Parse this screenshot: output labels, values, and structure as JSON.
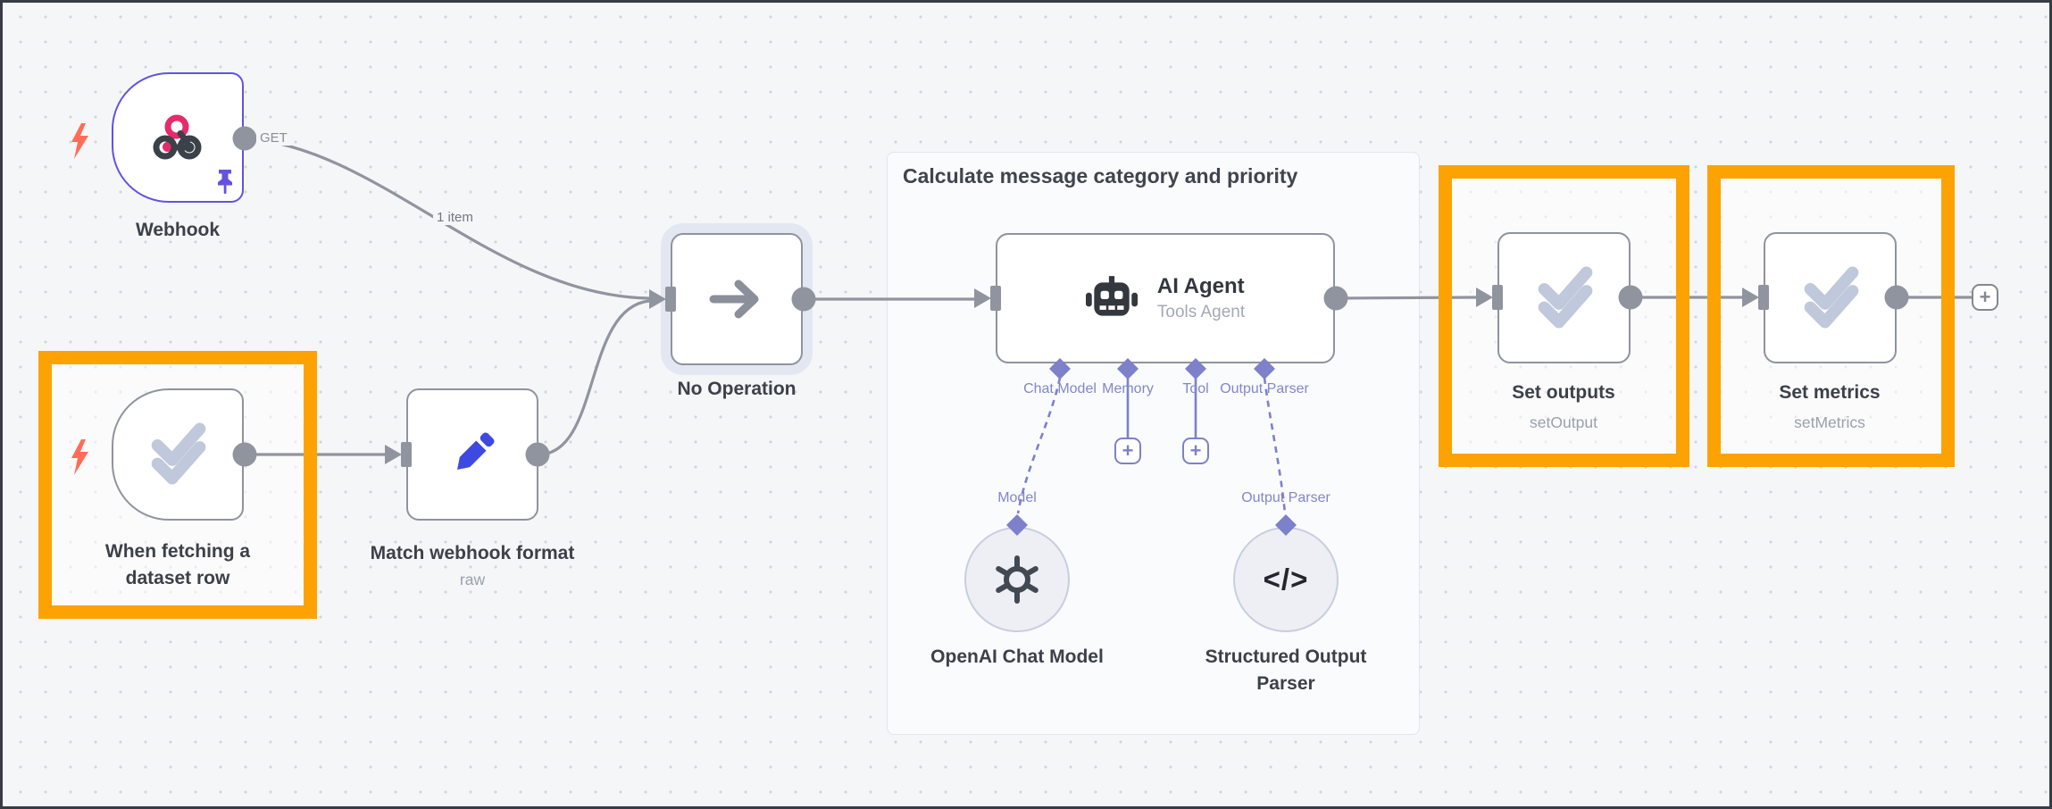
{
  "group": {
    "title": "Calculate message category and priority"
  },
  "nodes": {
    "webhook": {
      "label": "Webhook",
      "port": "GET"
    },
    "dataset": {
      "label": "When fetching a dataset row"
    },
    "match": {
      "label": "Match webhook format",
      "subtitle": "raw"
    },
    "noop": {
      "label": "No Operation"
    },
    "agent": {
      "title": "AI Agent",
      "subtitle": "Tools Agent",
      "ports": [
        "Chat Model",
        "Memory",
        "Tool",
        "Output Parser"
      ]
    },
    "model": {
      "port_label": "Model",
      "label": "OpenAI Chat Model"
    },
    "parser": {
      "port_label": "Output Parser",
      "label": "Structured Output Parser",
      "glyph": "</>"
    },
    "set_outputs": {
      "label": "Set outputs",
      "subtitle": "setOutput"
    },
    "set_metrics": {
      "label": "Set metrics",
      "subtitle": "setMetrics"
    }
  },
  "edges": {
    "webhook_count": "1 item"
  },
  "ui": {
    "plus": "+"
  },
  "colors": {
    "highlight_orange": "#FCA303",
    "pinned_node_purple": "#6053e1",
    "connector_purple": "#7c81ca",
    "edge_gray": "#90949f",
    "pencil_blue": "#3d49e1",
    "webhook_pink": "#e62a6b",
    "bolt_orange": "#ff6d59",
    "check_gray_blue": "#c0c8dc"
  }
}
